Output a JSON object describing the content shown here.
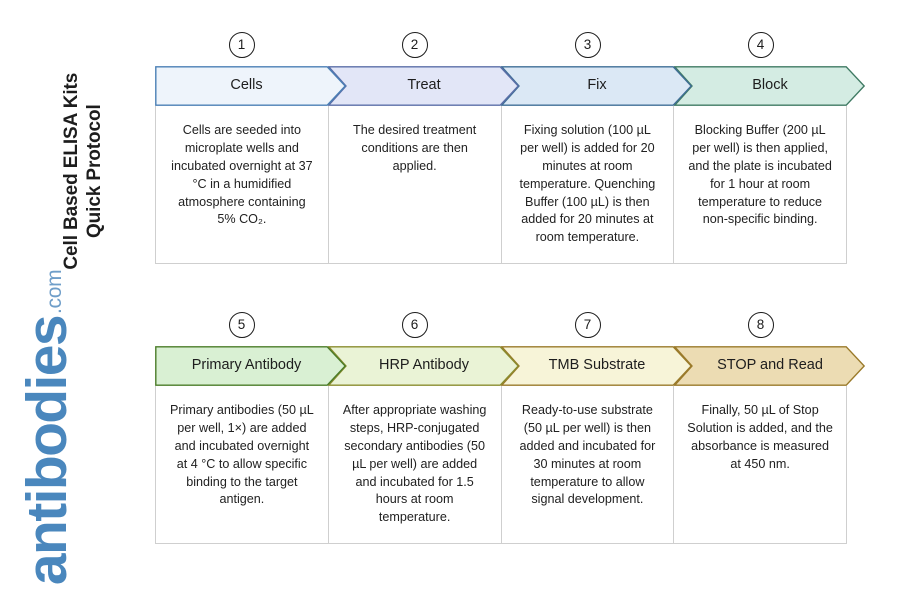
{
  "document": {
    "title_line1": "Cell Based ELISA Kits",
    "title_line2": "Quick Protocol"
  },
  "logo": {
    "word": "antibodies",
    "tld": ".com",
    "color": "#4a87bd"
  },
  "rows": [
    {
      "id": "row-1",
      "steps": [
        {
          "number": "1",
          "label": "Cells",
          "fill": "#eef4fb",
          "stroke": "#4a7fb5",
          "text": "Cells are seeded into microplate wells and incubated overnight at 37 °C in a humidified atmosphere containing 5% CO₂."
        },
        {
          "number": "2",
          "label": "Treat",
          "fill": "#e2e6f7",
          "stroke": "#5b6fa8",
          "text": "The desired treatment conditions are then applied."
        },
        {
          "number": "3",
          "label": "Fix",
          "fill": "#dbe8f5",
          "stroke": "#3f6e96",
          "text": "Fixing solution (100 µL per well) is added for 20 minutes at room temperature. Quenching Buffer (100 µL) is then added for 20 minutes at room temperature."
        },
        {
          "number": "4",
          "label": "Block",
          "fill": "#d4ece3",
          "stroke": "#3f7a63",
          "text": "Blocking Buffer (200 µL per well) is then applied, and the plate is incubated for 1 hour at room temperature to reduce non-specific binding."
        }
      ]
    },
    {
      "id": "row-2",
      "steps": [
        {
          "number": "5",
          "label": "Primary Antibody",
          "fill": "#d9f0d3",
          "stroke": "#4a7c28",
          "text": "Primary antibodies (50 µL per well, 1×) are added and incubated overnight at 4 °C to allow specific binding to the target antigen."
        },
        {
          "number": "6",
          "label": "HRP Antibody",
          "fill": "#eaf3d6",
          "stroke": "#8a8c2e",
          "text": "After appropriate washing steps, HRP-conjugated secondary antibodies (50 µL per well) are added and incubated for 1.5 hours at room temperature."
        },
        {
          "number": "7",
          "label": "TMB Substrate",
          "fill": "#f7f4d8",
          "stroke": "#9a7a2a",
          "text": "Ready-to-use substrate (50 µL per well) is then added and incubated for 30 minutes at room temperature to allow signal development."
        },
        {
          "number": "8",
          "label": "STOP and Read",
          "fill": "#ecdcb3",
          "stroke": "#9a7a2a",
          "text": "Finally, 50 µL of Stop Solution is added, and the absorbance is measured at 450 nm."
        }
      ]
    }
  ]
}
